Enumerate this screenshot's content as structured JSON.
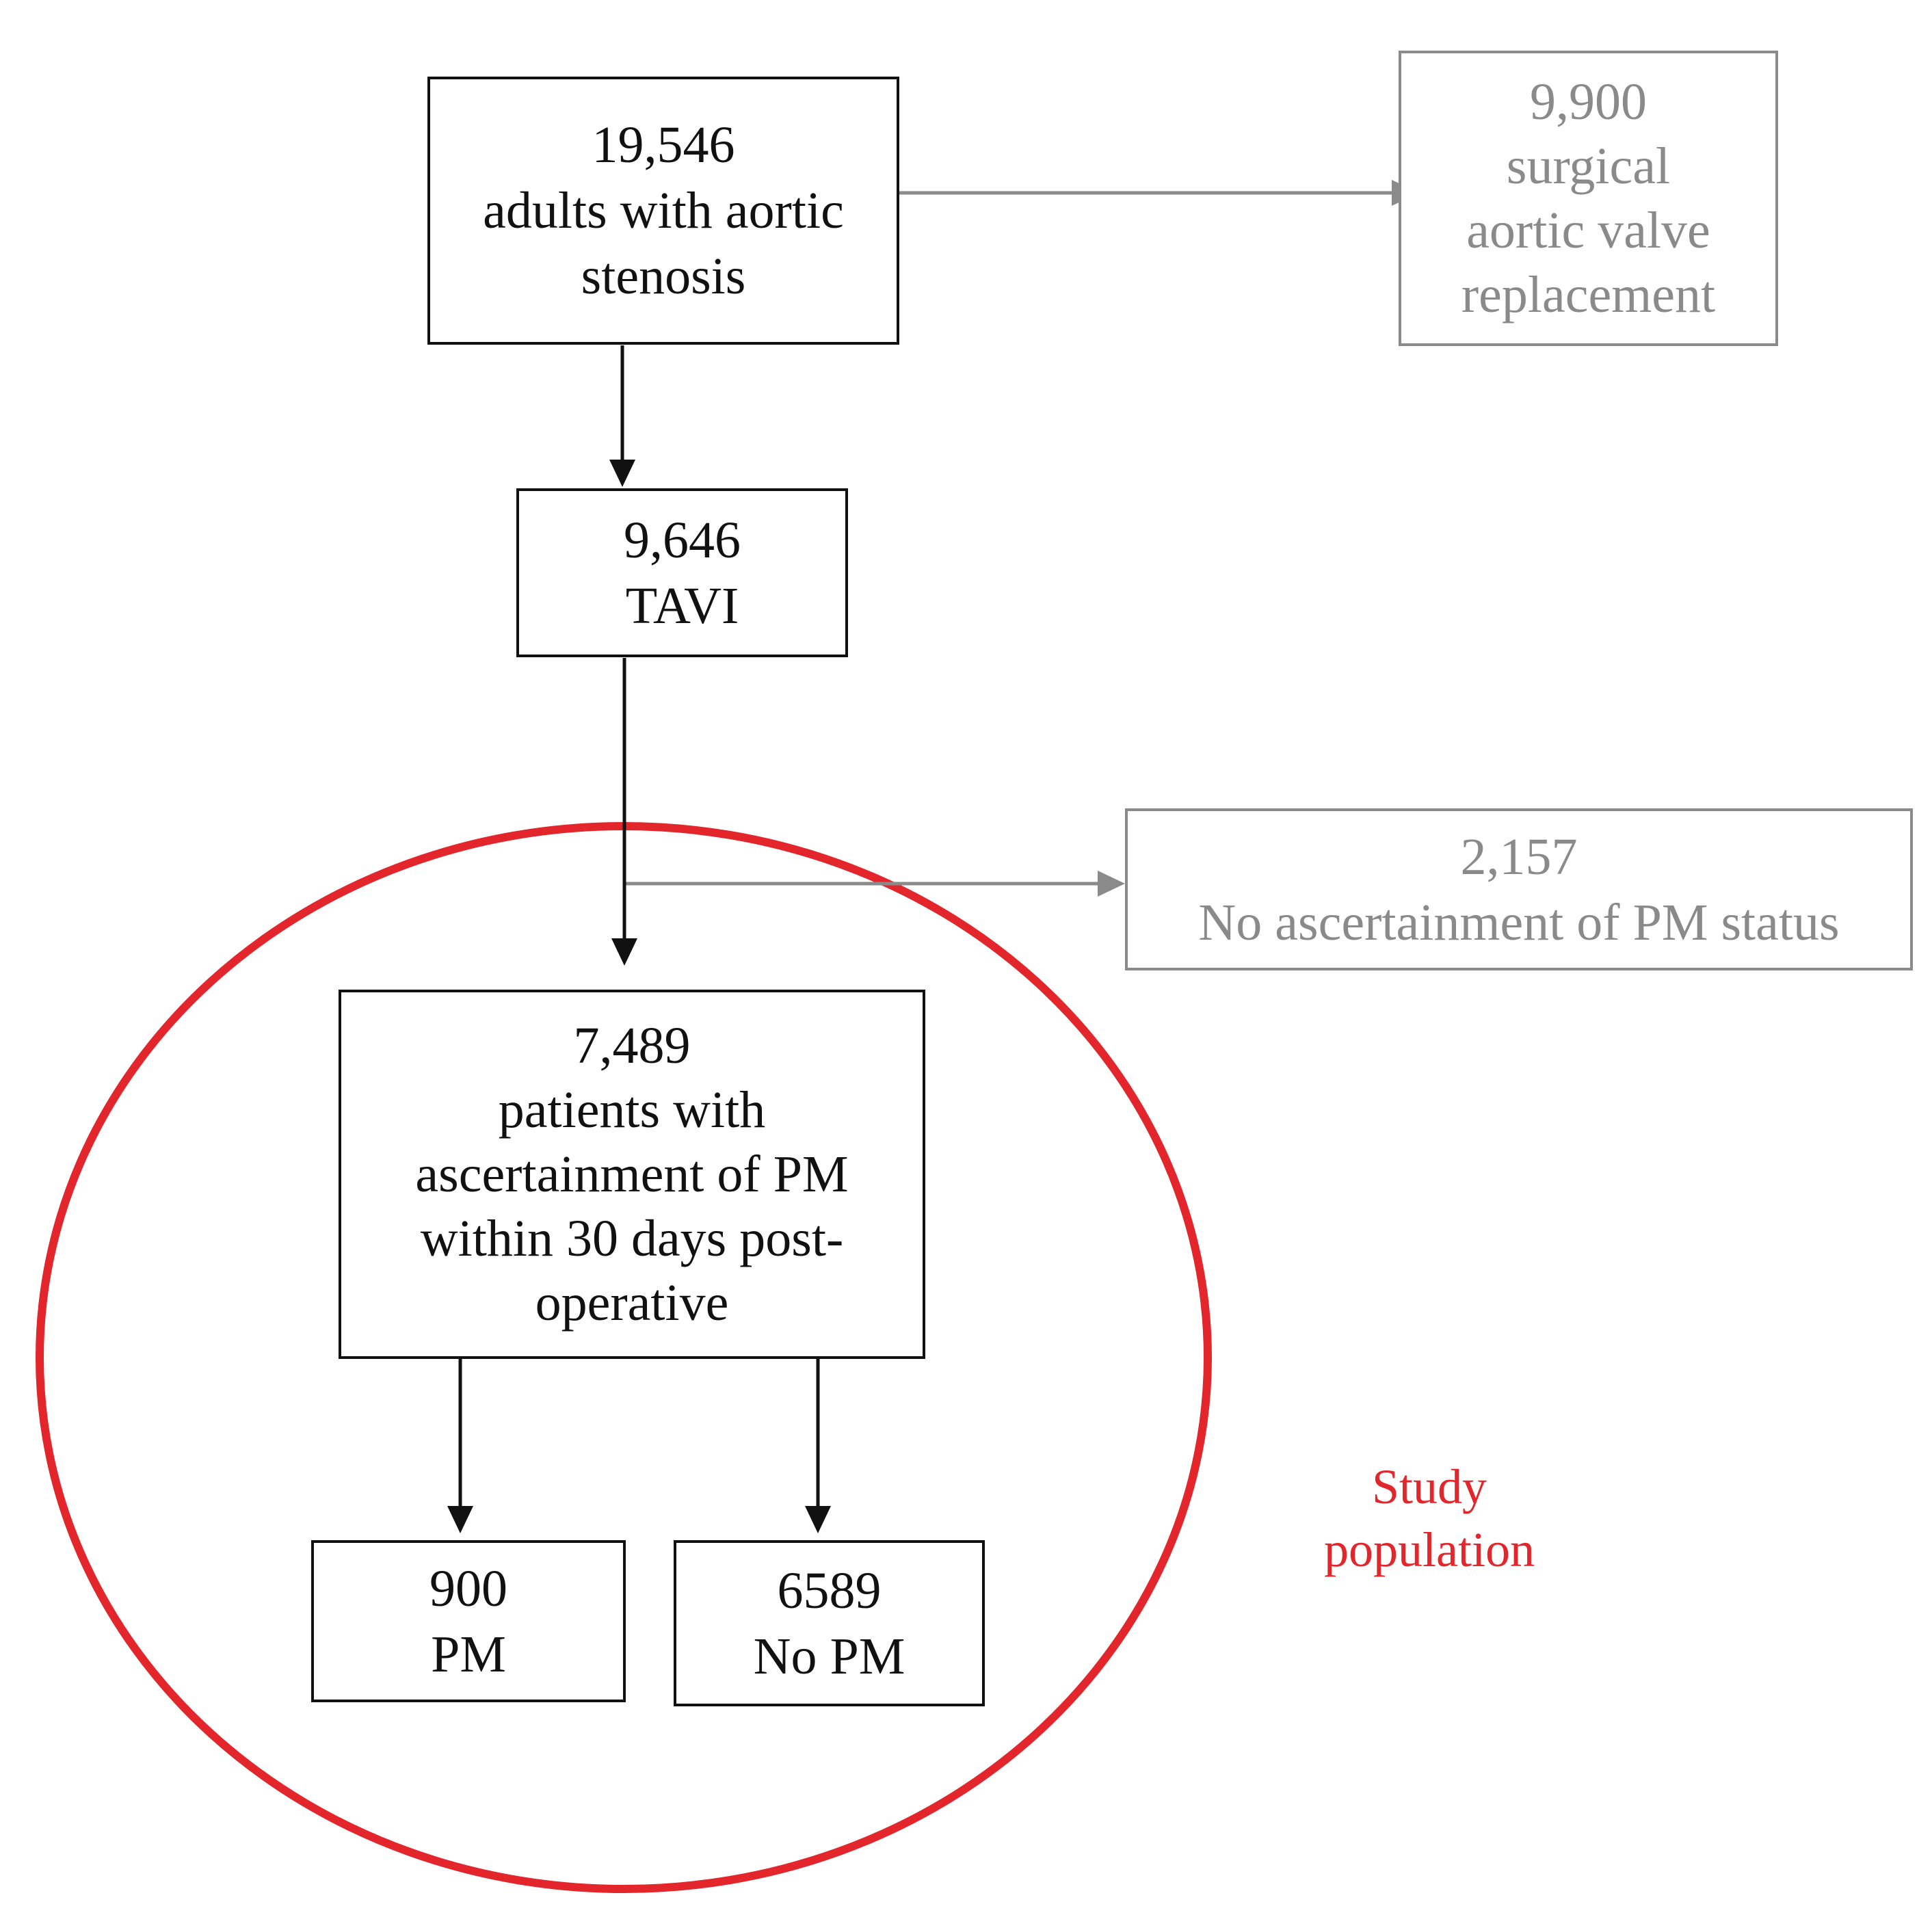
{
  "colors": {
    "main": "#111111",
    "excluded": "#8a8a8a",
    "highlight": "#e2262b"
  },
  "boxes": {
    "adults": {
      "count": "19,546",
      "l1": "adults with aortic",
      "l2": "stenosis"
    },
    "surgical": {
      "count": "9,900",
      "l1": "surgical",
      "l2": "aortic valve",
      "l3": "replacement"
    },
    "tavi": {
      "count": "9,646",
      "l1": "TAVI"
    },
    "no_ascertainment": {
      "count": "2,157",
      "l1": "No ascertainment of PM status"
    },
    "ascertained": {
      "count": "7,489",
      "l1": "patients with",
      "l2": "ascertainment of PM",
      "l3": "within 30 days post-",
      "l4": "operative"
    },
    "pm": {
      "count": "900",
      "l1": "PM"
    },
    "no_pm": {
      "count": "6589",
      "l1": "No PM"
    }
  },
  "study_label": {
    "l1": "Study",
    "l2": "population"
  }
}
